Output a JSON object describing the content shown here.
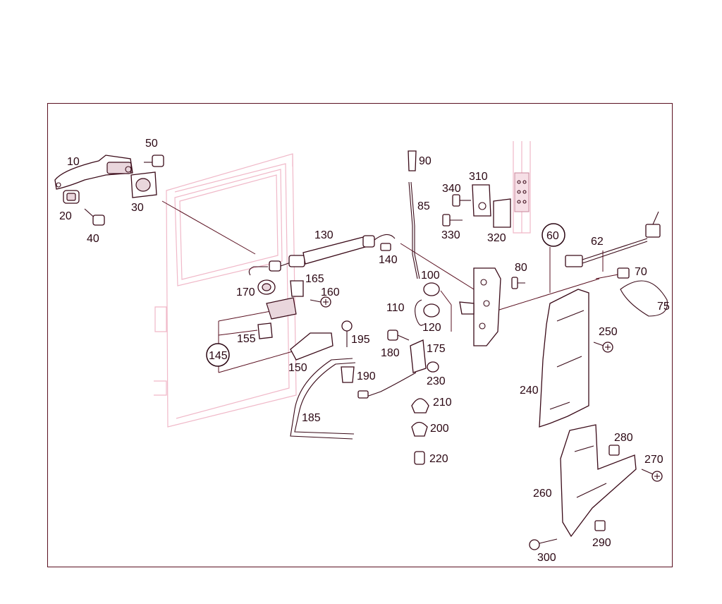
{
  "diagram": {
    "labels": {
      "l10": "10",
      "l20": "20",
      "l30": "30",
      "l40": "40",
      "l50": "50",
      "l60": "60",
      "l62": "62",
      "l70": "70",
      "l75": "75",
      "l80": "80",
      "l85": "85",
      "l90": "90",
      "l100": "100",
      "l110": "110",
      "l120": "120",
      "l130": "130",
      "l140": "140",
      "l145": "145",
      "l150": "150",
      "l155": "155",
      "l160": "160",
      "l165": "165",
      "l170": "170",
      "l175": "175",
      "l180": "180",
      "l185": "185",
      "l190": "190",
      "l195": "195",
      "l200": "200",
      "l210": "210",
      "l220": "220",
      "l230": "230",
      "l240": "240",
      "l250": "250",
      "l260": "260",
      "l270": "270",
      "l280": "280",
      "l290": "290",
      "l300": "300",
      "l310": "310",
      "l320": "320",
      "l330": "330",
      "l340": "340"
    },
    "colors": {
      "line": "#3a0a18",
      "door_outline": "#f0b8c8",
      "frame": "#5a1020",
      "text": "#2a0612"
    }
  }
}
